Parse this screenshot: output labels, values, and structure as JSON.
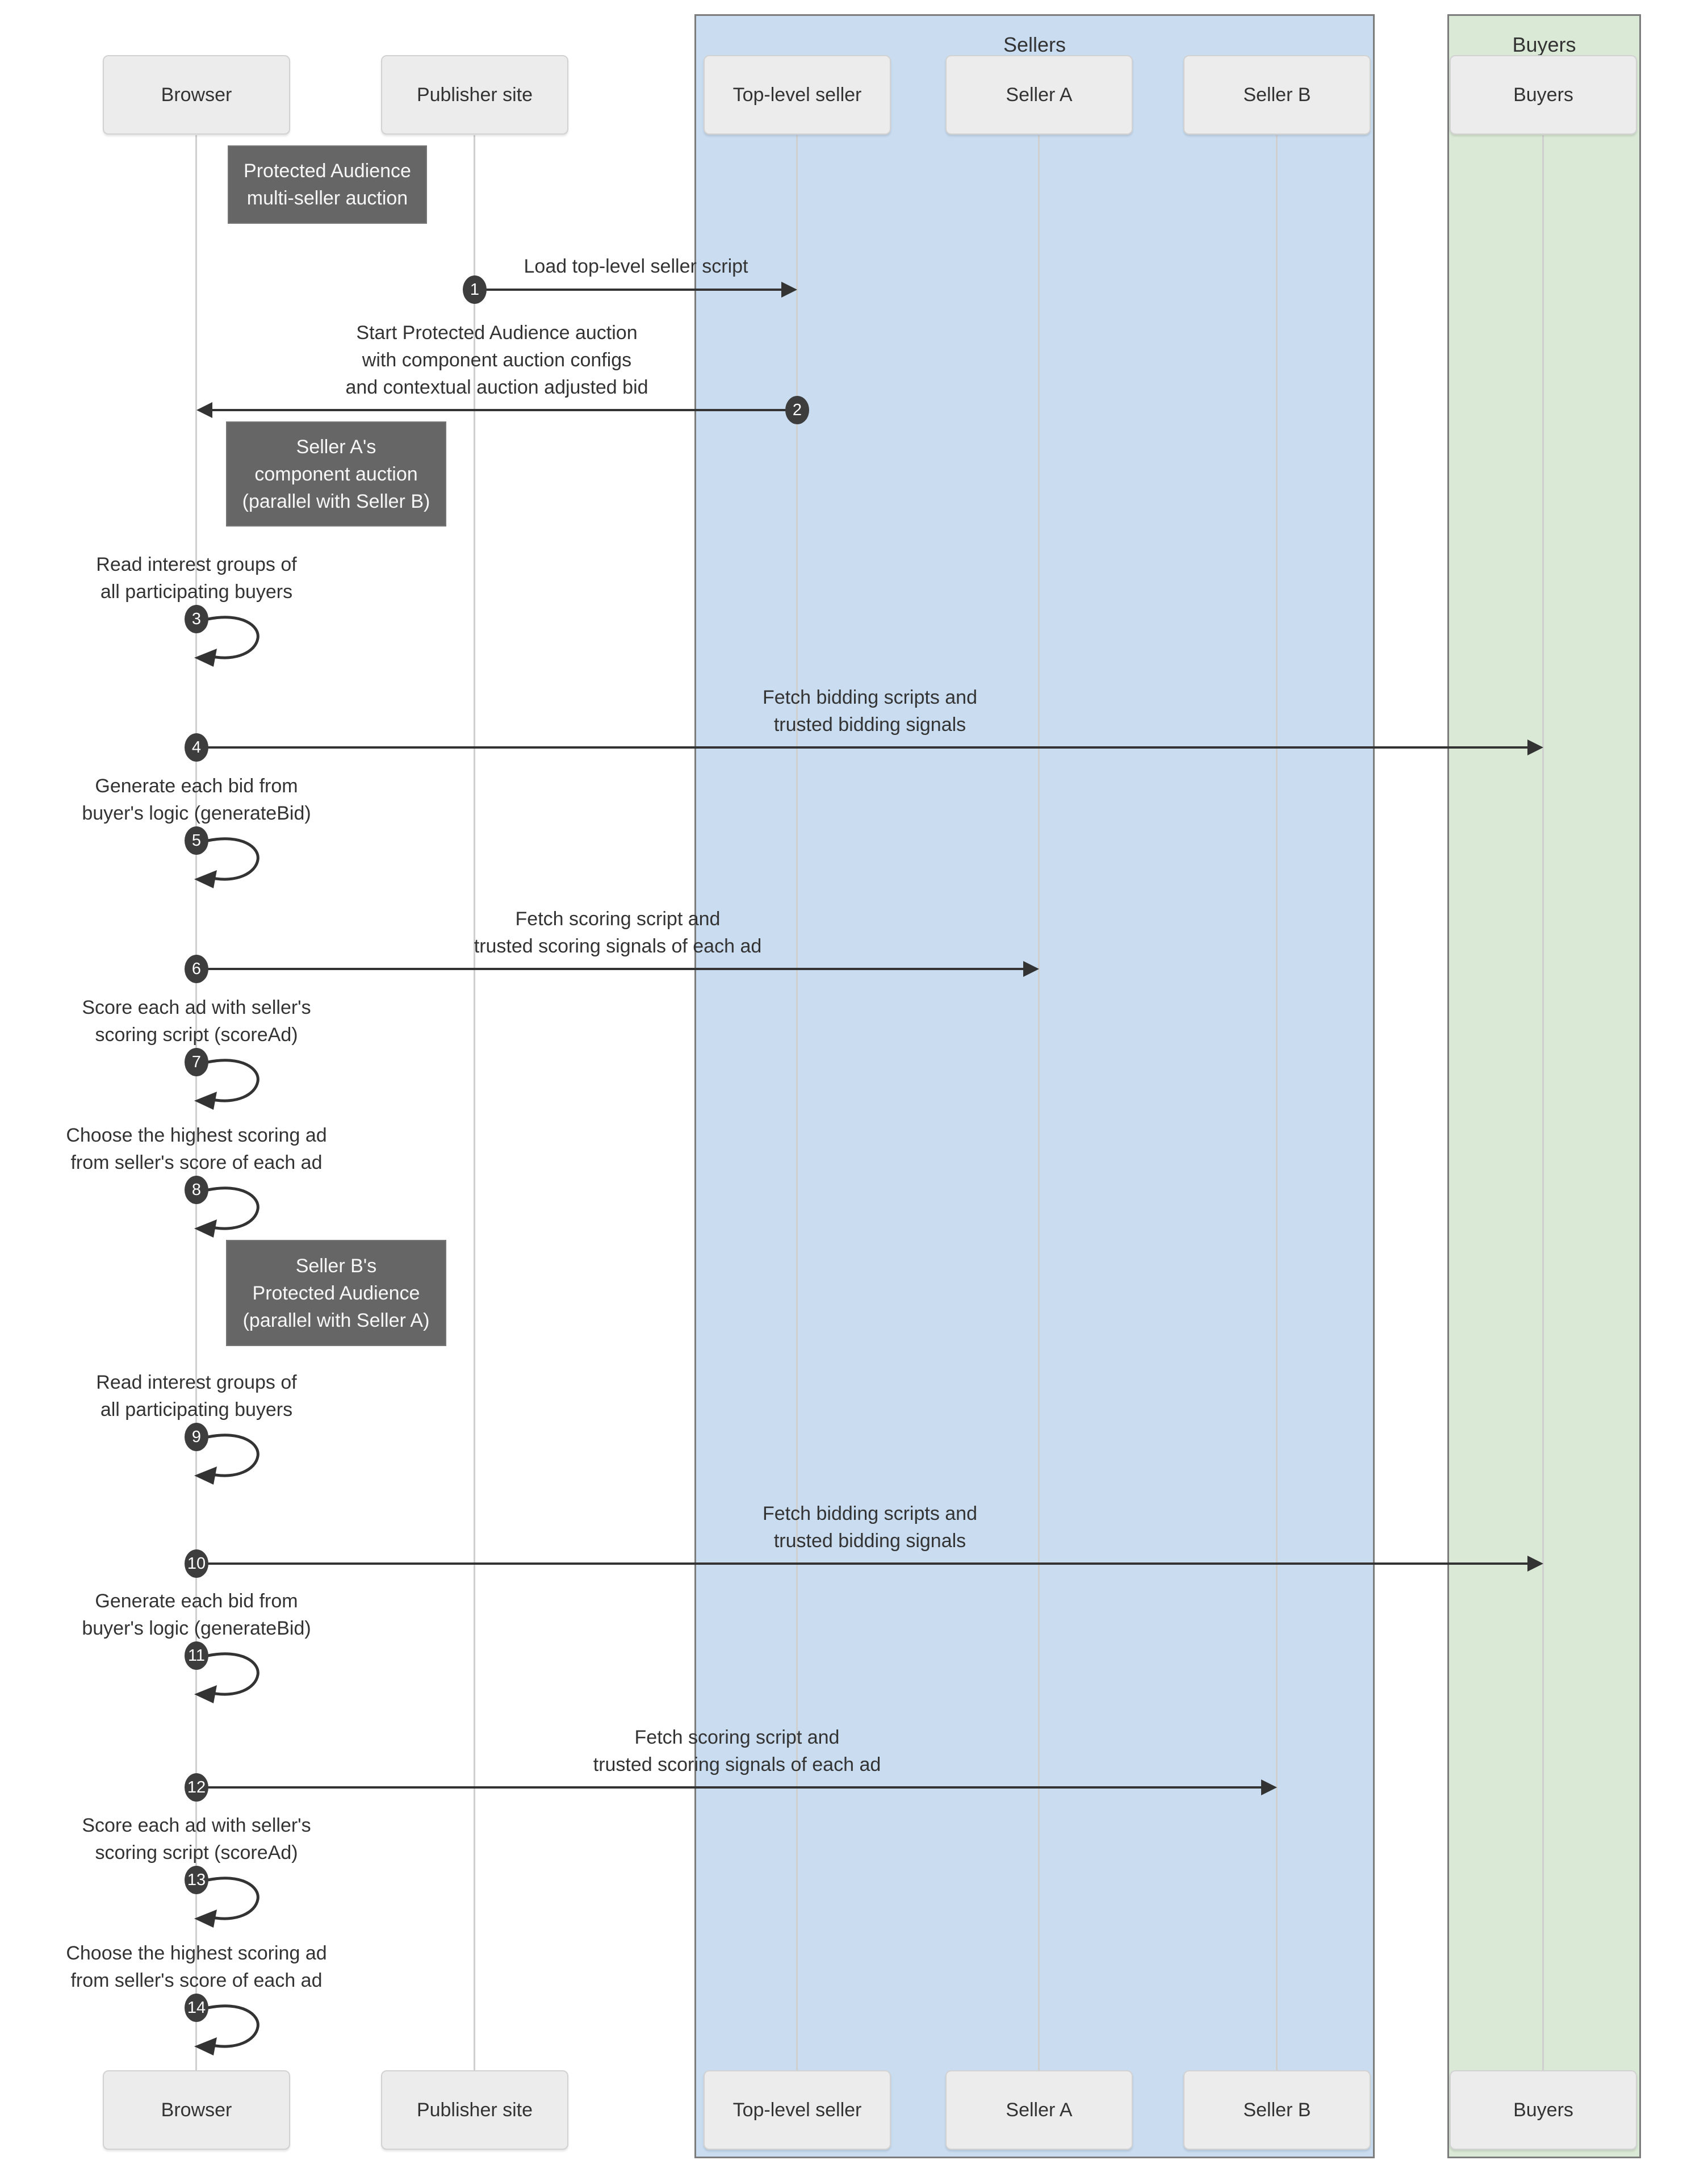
{
  "diagram": {
    "title_note": "Protected Audience multi-seller auction",
    "groups": [
      {
        "label": "Sellers",
        "color": "#c9dcf0"
      },
      {
        "label": "Buyers",
        "color": "#d9e9d5"
      }
    ],
    "participants": [
      {
        "name": "Browser"
      },
      {
        "name": "Publisher site"
      },
      {
        "name": "Top-level seller"
      },
      {
        "name": "Seller A"
      },
      {
        "name": "Seller B"
      },
      {
        "name": "Buyers"
      }
    ],
    "notes": [
      {
        "over": "Browser",
        "lines": [
          "Protected Audience",
          "multi-seller auction"
        ]
      },
      {
        "over": "Browser",
        "lines": [
          "Seller A's",
          "component auction",
          "(parallel with Seller B)"
        ]
      },
      {
        "over": "Browser",
        "lines": [
          "Seller B's",
          "Protected Audience",
          "(parallel with Seller A)"
        ]
      }
    ],
    "messages": [
      {
        "num": "1",
        "from": "Publisher site",
        "to": "Top-level seller",
        "kind": "arrow",
        "lines": [
          "Load top-level seller script"
        ]
      },
      {
        "num": "2",
        "from": "Top-level seller",
        "to": "Browser",
        "kind": "arrow",
        "lines": [
          "Start Protected Audience auction",
          "with component auction configs",
          "and contextual auction adjusted bid"
        ]
      },
      {
        "num": "3",
        "from": "Browser",
        "to": "Browser",
        "kind": "self",
        "lines": [
          "Read interest groups of",
          "all participating buyers"
        ]
      },
      {
        "num": "4",
        "from": "Browser",
        "to": "Buyers",
        "kind": "arrow",
        "lines": [
          "Fetch bidding scripts and",
          "trusted bidding signals"
        ]
      },
      {
        "num": "5",
        "from": "Browser",
        "to": "Browser",
        "kind": "self",
        "lines": [
          "Generate each bid from",
          "buyer's logic (generateBid)"
        ]
      },
      {
        "num": "6",
        "from": "Browser",
        "to": "Seller A",
        "kind": "arrow",
        "lines": [
          "Fetch scoring script and",
          "trusted scoring signals of each ad"
        ]
      },
      {
        "num": "7",
        "from": "Browser",
        "to": "Browser",
        "kind": "self",
        "lines": [
          "Score each ad with seller's",
          "scoring script (scoreAd)"
        ]
      },
      {
        "num": "8",
        "from": "Browser",
        "to": "Browser",
        "kind": "self",
        "lines": [
          "Choose the highest scoring ad",
          "from seller's score of each ad"
        ]
      },
      {
        "num": "9",
        "from": "Browser",
        "to": "Browser",
        "kind": "self",
        "lines": [
          "Read interest groups of",
          "all participating buyers"
        ]
      },
      {
        "num": "10",
        "from": "Browser",
        "to": "Buyers",
        "kind": "arrow",
        "lines": [
          "Fetch bidding scripts and",
          "trusted bidding signals"
        ]
      },
      {
        "num": "11",
        "from": "Browser",
        "to": "Browser",
        "kind": "self",
        "lines": [
          "Generate each bid from",
          "buyer's logic (generateBid)"
        ]
      },
      {
        "num": "12",
        "from": "Browser",
        "to": "Seller B",
        "kind": "arrow",
        "lines": [
          "Fetch scoring script and",
          "trusted scoring signals of each ad"
        ]
      },
      {
        "num": "13",
        "from": "Browser",
        "to": "Browser",
        "kind": "self",
        "lines": [
          "Score each ad with seller's",
          "scoring script (scoreAd)"
        ]
      },
      {
        "num": "14",
        "from": "Browser",
        "to": "Browser",
        "kind": "self",
        "lines": [
          "Choose the highest scoring ad",
          "from seller's score of each ad"
        ]
      }
    ],
    "colors": {
      "sellers_bg": "#c9dcf0",
      "buyers_bg": "#d9e9d5",
      "group_border": "#7c7c7c",
      "actor_bg": "#ececec",
      "note_bg": "#666666",
      "note_text": "#f7f7f7",
      "text": "#333333",
      "arrow": "#333333",
      "lifeline": "#cfcfcf"
    }
  }
}
